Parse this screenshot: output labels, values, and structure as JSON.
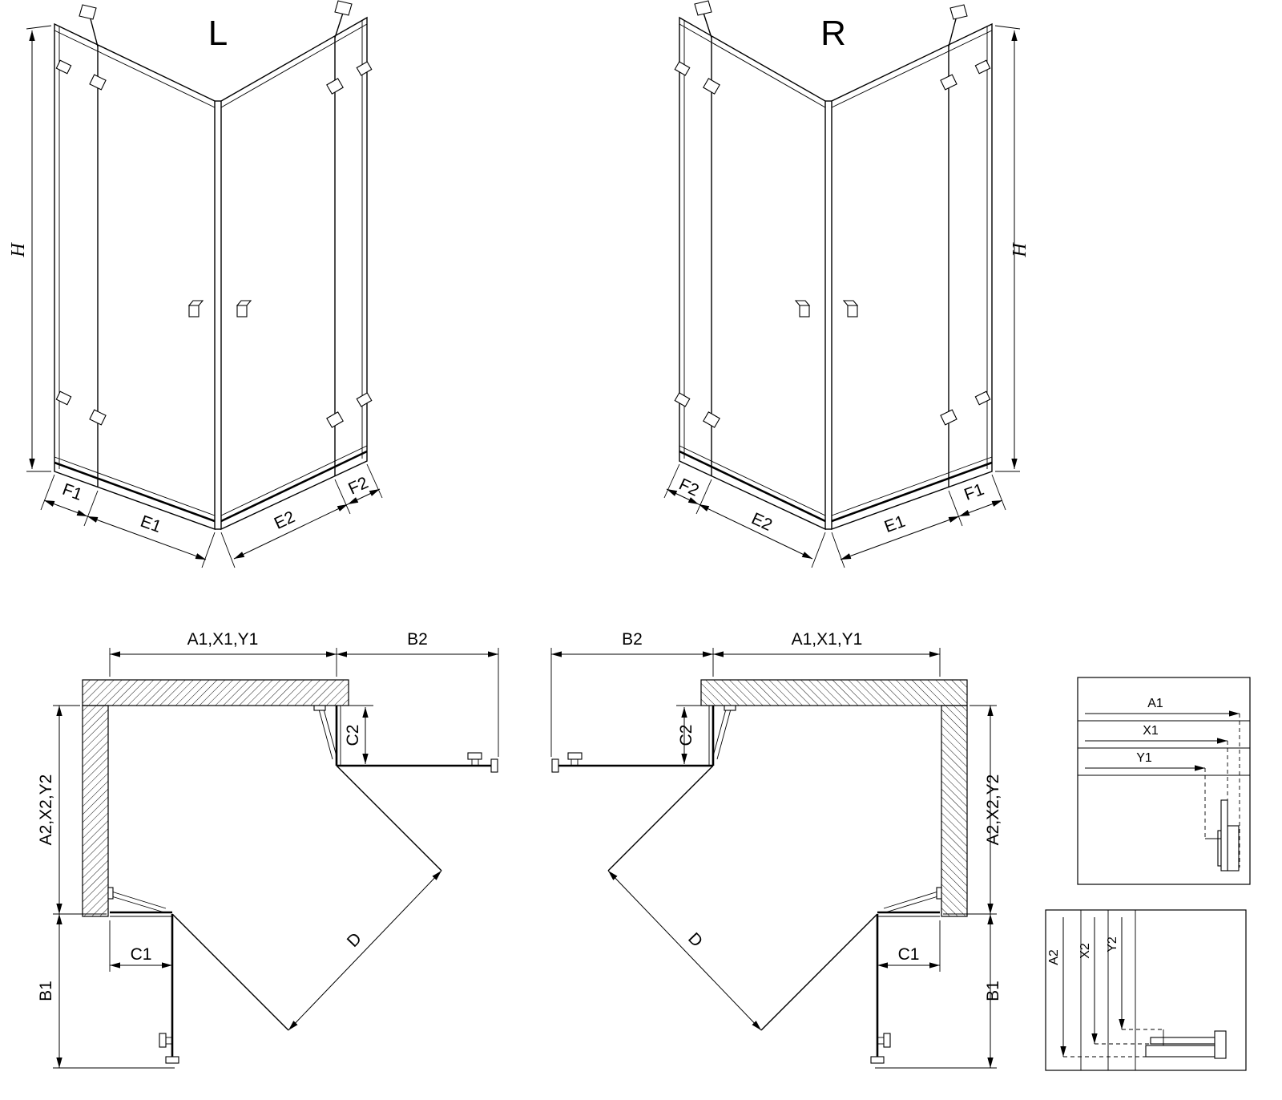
{
  "page": {
    "background": "#ffffff",
    "line_color": "#000000"
  },
  "cabin_left": {
    "title": "L",
    "height_label": "H",
    "seg_f1": "F1",
    "seg_e1": "E1",
    "seg_e2": "E2",
    "seg_f2": "F2"
  },
  "cabin_right": {
    "title": "R",
    "height_label": "H",
    "seg_f2": "F2",
    "seg_e2": "E2",
    "seg_e1": "E1",
    "seg_f1": "F1"
  },
  "plan_left": {
    "width_label": "A1,X1,Y1",
    "b2_label": "B2",
    "c2_label": "C2",
    "depth_label": "A2,X2,Y2",
    "c1_label": "C1",
    "b1_label": "B1",
    "d_label": "D"
  },
  "plan_right": {
    "b2_label": "B2",
    "width_label": "A1,X1,Y1",
    "c2_label": "C2",
    "depth_label": "A2,X2,Y2",
    "c1_label": "C1",
    "b1_label": "B1",
    "d_label": "D"
  },
  "detail_widths": {
    "a1_label": "A1",
    "x1_label": "X1",
    "y1_label": "Y1"
  },
  "detail_depths": {
    "a2_label": "A2",
    "x2_label": "X2",
    "y2_label": "Y2"
  }
}
